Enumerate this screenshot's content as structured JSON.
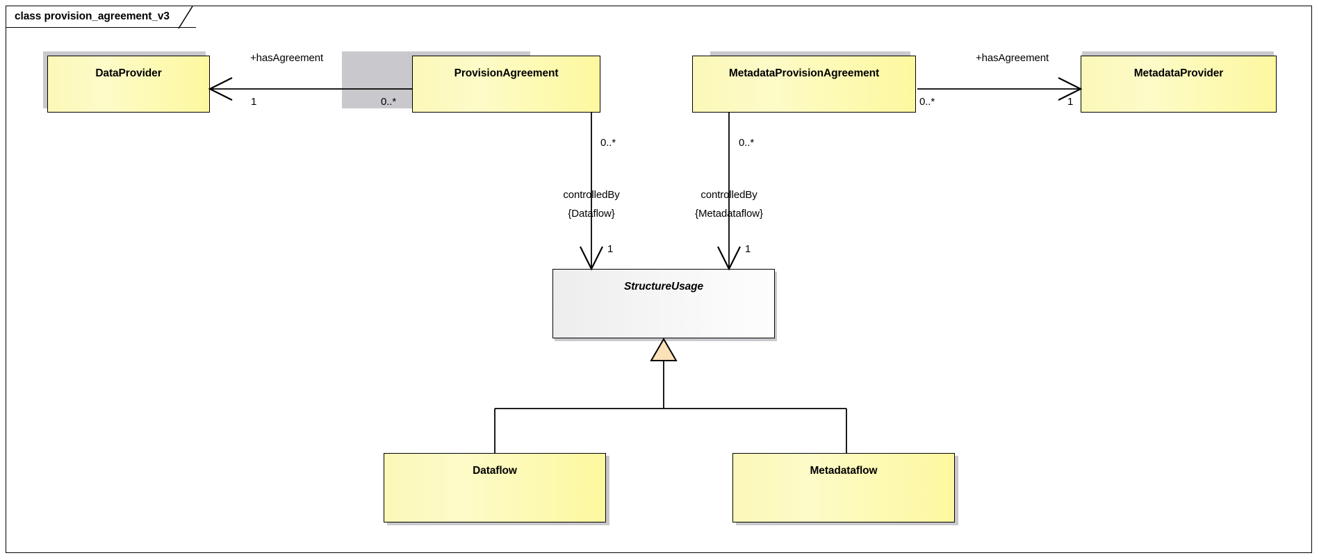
{
  "frame": {
    "title": "class provision_agreement_v3",
    "border_color": "#000000",
    "background": "#ffffff"
  },
  "diagram": {
    "type": "uml-class-diagram",
    "colors": {
      "class_fill": "#FDF8A8",
      "abstract_fill": "#EFEFEF",
      "generalization_fill": "#FAE1B8",
      "line": "#000000",
      "shadow": "#C9C9CD"
    },
    "nodes": [
      {
        "id": "data-provider",
        "name": "DataProvider",
        "kind": "class",
        "abstract": false,
        "fill": "yellow"
      },
      {
        "id": "provision-agreement",
        "name": "ProvisionAgreement",
        "kind": "class",
        "abstract": false,
        "fill": "yellow"
      },
      {
        "id": "metadata-provision-agreement",
        "name": "MetadataProvisionAgreement",
        "kind": "class",
        "abstract": false,
        "fill": "yellow"
      },
      {
        "id": "metadata-provider",
        "name": "MetadataProvider",
        "kind": "class",
        "abstract": false,
        "fill": "yellow"
      },
      {
        "id": "structure-usage",
        "name": "StructureUsage",
        "kind": "class",
        "abstract": true,
        "fill": "gray"
      },
      {
        "id": "dataflow",
        "name": "Dataflow",
        "kind": "class",
        "abstract": false,
        "fill": "yellow"
      },
      {
        "id": "metadataflow",
        "name": "Metadataflow",
        "kind": "class",
        "abstract": false,
        "fill": "yellow"
      }
    ],
    "edges": [
      {
        "id": "pa-to-dp",
        "type": "association",
        "from": "provision-agreement",
        "to": "data-provider",
        "label": "+hasAgreement",
        "source_multiplicity": "0..*",
        "target_multiplicity": "1",
        "arrow": "open"
      },
      {
        "id": "mpa-to-mp",
        "type": "association",
        "from": "metadata-provision-agreement",
        "to": "metadata-provider",
        "label": "+hasAgreement",
        "source_multiplicity": "0..*",
        "target_multiplicity": "1",
        "arrow": "open"
      },
      {
        "id": "pa-to-su",
        "type": "association",
        "from": "provision-agreement",
        "to": "structure-usage",
        "label_line1": "controlledBy",
        "label_line2": "{Dataflow}",
        "source_multiplicity": "0..*",
        "target_multiplicity": "1",
        "arrow": "open"
      },
      {
        "id": "mpa-to-su",
        "type": "association",
        "from": "metadata-provision-agreement",
        "to": "structure-usage",
        "label_line1": "controlledBy",
        "label_line2": "{Metadataflow}",
        "source_multiplicity": "0..*",
        "target_multiplicity": "1",
        "arrow": "open"
      },
      {
        "id": "dataflow-generalizes-su",
        "type": "generalization",
        "from": "dataflow",
        "to": "structure-usage",
        "arrow": "hollow-triangle"
      },
      {
        "id": "metadataflow-generalizes-su",
        "type": "generalization",
        "from": "metadataflow",
        "to": "structure-usage",
        "arrow": "hollow-triangle"
      }
    ]
  }
}
